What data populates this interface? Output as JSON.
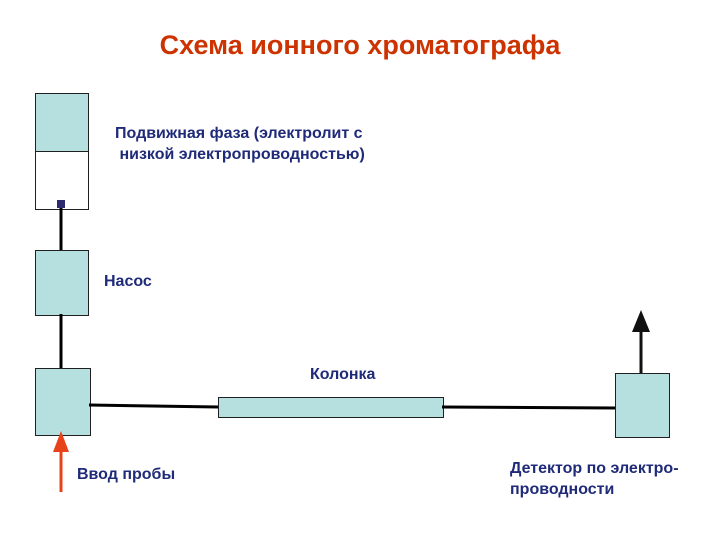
{
  "title": "Схема ионного хроматографа",
  "labels": {
    "mobile_phase": "Подвижная фаза (электролит с низкой электропроводностью)",
    "mobile_phase_line1": "Подвижная фаза (электролит с",
    "mobile_phase_line2": " низкой электропроводностью)",
    "pump": "Насос",
    "column": "Колонка",
    "sample_inlet": "Ввод пробы",
    "detector_line1": "Детектор по электро-",
    "detector_line2": "проводности"
  },
  "colors": {
    "title": "#cc3300",
    "label": "#1f2a78",
    "component_fill": "#b6dfe0",
    "inlet_arrow": "#e8421a",
    "outlet_arrow": "#111111"
  }
}
